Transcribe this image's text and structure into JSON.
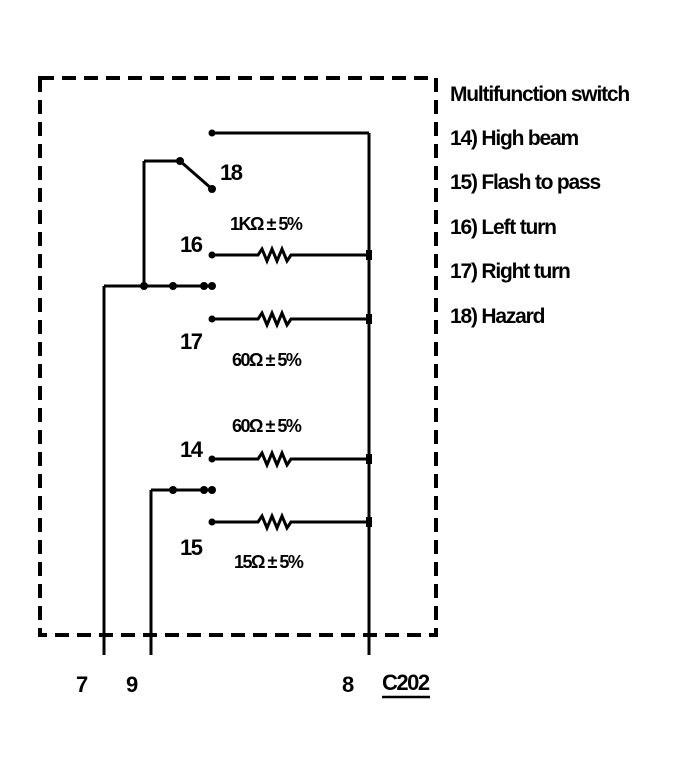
{
  "legend": {
    "title": "Multifunction switch",
    "items": [
      "14) High beam",
      "15) Flash to pass",
      "16) Left turn",
      "17) Right turn",
      "18) Hazard"
    ]
  },
  "switch_positions": {
    "p18": "18",
    "p16": "16",
    "p17": "17",
    "p14": "14",
    "p15": "15"
  },
  "resistors": {
    "r16": "1KΩ ± 5%",
    "r17": "60Ω ± 5%",
    "r14": "60Ω ± 5%",
    "r15": "15Ω ± 5%"
  },
  "pins": {
    "pin7": "7",
    "pin9": "9",
    "pin8": "8"
  },
  "connector": "C202"
}
